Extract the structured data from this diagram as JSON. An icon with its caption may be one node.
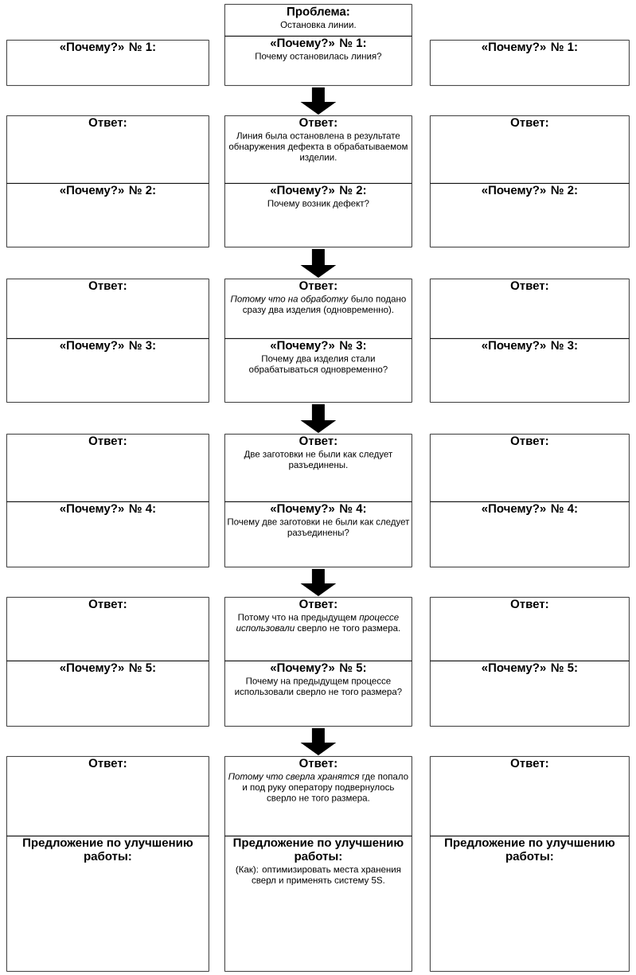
{
  "diagram": {
    "nodes": [
      {
        "text": [
          "Проблема:",
          "Остановка линии."
        ]
      },
      {
        "text": [
          "«Почему?» № 1:"
        ]
      },
      {
        "text": [
          "«Почему?» № 1:",
          "Почему остановилась линия?"
        ]
      },
      {
        "text": [
          "«Почему?» № 1:"
        ]
      },
      {
        "text": [
          "Ответ:"
        ]
      },
      {
        "text": [
          "Ответ:",
          "Линия была остановлена в результате обнаружения дефекта в обрабатываемом изделии."
        ]
      },
      {
        "text": [
          "Ответ:"
        ]
      },
      {
        "text": [
          "«Почему?» № 2:"
        ]
      },
      {
        "text": [
          "«Почему?» № 2:",
          "Почему возник дефект?"
        ]
      },
      {
        "text": [
          "«Почему?» № 2:"
        ]
      },
      {
        "text": [
          "Ответ:"
        ]
      },
      {
        "text": [
          "Ответ:",
          "*Потому что на обработку* было подано сразу два изделия (одновременно)."
        ]
      },
      {
        "text": [
          "Ответ:"
        ]
      },
      {
        "text": [
          "«Почему?» № 3:"
        ]
      },
      {
        "text": [
          "«Почему?» № 3:",
          "Почему два изделия стали обрабатываться одновременно?"
        ]
      },
      {
        "text": [
          "«Почему?» № 3:"
        ]
      },
      {
        "text": [
          "Ответ:"
        ]
      },
      {
        "text": [
          "Ответ:",
          "Две заготовки не были как следует разъединены."
        ]
      },
      {
        "text": [
          "Ответ:"
        ]
      },
      {
        "text": [
          "«Почему?» № 4:"
        ]
      },
      {
        "text": [
          "«Почему?» № 4:",
          "Почему две заготовки не были как следует разъединены?"
        ]
      },
      {
        "text": [
          "«Почему?» № 4:"
        ]
      },
      {
        "text": [
          "Ответ:"
        ]
      },
      {
        "text": [
          "Ответ:",
          "Потому что на предыдущем *процессе использовали* сверло не того размера."
        ]
      },
      {
        "text": [
          "Ответ:"
        ]
      },
      {
        "text": [
          "«Почему?» № 5:"
        ]
      },
      {
        "text": [
          "«Почему?» № 5:",
          "Почему на предыдущем процессе использовали сверло не того размера?"
        ]
      },
      {
        "text": [
          "«Почему?» № 5:"
        ]
      },
      {
        "text": [
          "Ответ:"
        ]
      },
      {
        "text": [
          "Ответ:",
          "*Потому что сверла хранятся* где попало и под руку оператору подвернулось сверло не того размера."
        ]
      },
      {
        "text": [
          "Ответ:"
        ]
      },
      {
        "text": [
          "Предложение по улучшению работы:"
        ]
      },
      {
        "text": [
          "Предложение по улучшению работы:",
          "(Как): оптимизировать места хранения сверл и применять систему 5S."
        ]
      },
      {
        "text": [
          "Предложение по улучшению работы:"
        ]
      }
    ],
    "edges": [
      {
        "from": 2,
        "to": 5,
        "arrow": "to"
      },
      {
        "from": 8,
        "to": 11,
        "arrow": "to"
      },
      {
        "from": 14,
        "to": 17,
        "arrow": "to"
      },
      {
        "from": 20,
        "to": 23,
        "arrow": "to"
      },
      {
        "from": 26,
        "to": 29,
        "arrow": "to"
      }
    ]
  }
}
